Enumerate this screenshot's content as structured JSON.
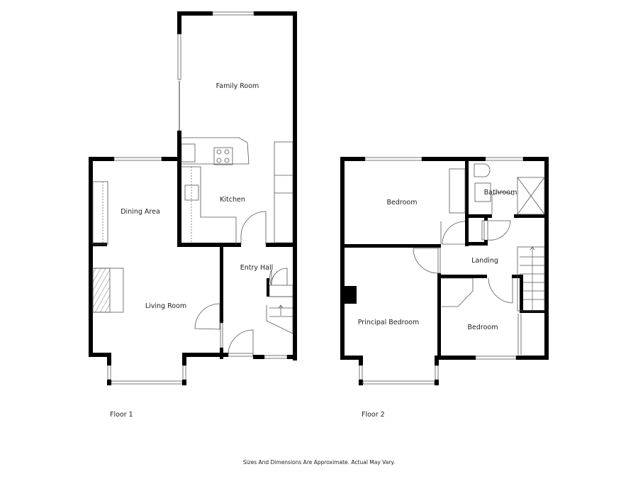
{
  "floor1": {
    "caption": "Floor 1",
    "rooms": {
      "family_room": "Family Room",
      "kitchen": "Kitchen",
      "dining_area": "Dining Area",
      "living_room": "Living Room",
      "entry_hall": "Entry Hall"
    }
  },
  "floor2": {
    "caption": "Floor 2",
    "rooms": {
      "bedroom_front": "Bedroom",
      "bathroom": "Bathroom",
      "landing": "Landing",
      "principal_bedroom": "Principal Bedroom",
      "bedroom_small": "Bedroom"
    }
  },
  "disclaimer": "Sizes And Dimensions Are Approximate. Actual May Vary.",
  "colors": {
    "wall": "#000000",
    "fixture_line": "#555555",
    "background": "#ffffff"
  }
}
